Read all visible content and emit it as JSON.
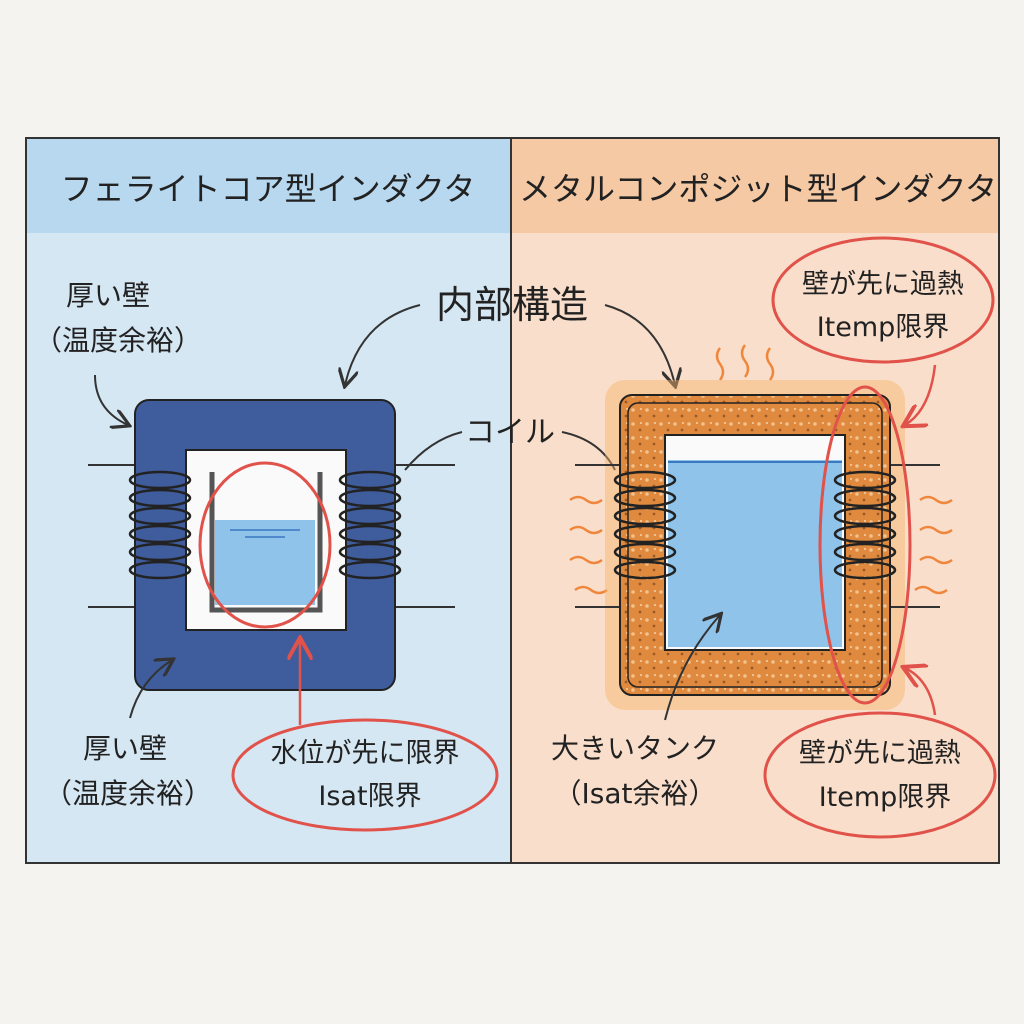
{
  "left": {
    "title": "フェライトコア型インダクタ",
    "top_label": {
      "line1": "厚い壁",
      "line2": "（温度余裕）"
    },
    "bottom_label": {
      "line1": "厚い壁",
      "line2": "（温度余裕）"
    },
    "limit_callout": {
      "line1": "水位が先に限界",
      "line2": "Isat限界"
    }
  },
  "right": {
    "title": "メタルコンポジット型インダクタ",
    "top_callout": {
      "line1": "壁が先に過熱",
      "line2": "Itemp限界"
    },
    "bottom_callout": {
      "line1": "壁が先に過熱",
      "line2": "Itemp限界"
    },
    "tank_label": {
      "line1": "大きいタンク",
      "line2": "（Isat余裕）"
    }
  },
  "center": {
    "structure_label": "内部構造",
    "coil_label": "コイル"
  },
  "colors": {
    "left_bg": "#d5e7f3",
    "left_title_bg": "#b7d8ef",
    "right_bg": "#f9dfcb",
    "right_title_bg": "#f6c9a5",
    "ferrite": "#3f5c9c",
    "composite": "#df8a3e",
    "water": "#8fc3ea",
    "callout": "#e0524a"
  }
}
